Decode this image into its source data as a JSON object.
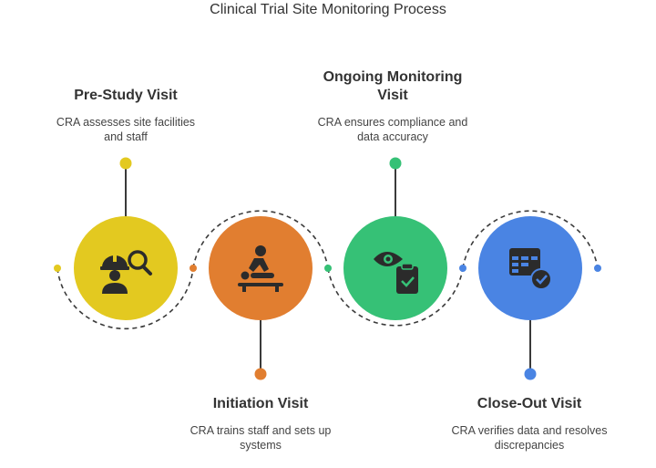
{
  "title": "Clinical Trial Site Monitoring Process",
  "steps": [
    {
      "title": "Pre-Study Visit",
      "desc1": "CRA assesses site facilities",
      "desc2": "and staff",
      "color": "#E3C920",
      "icon": "worker-magnifier-icon"
    },
    {
      "title": "Initiation Visit",
      "desc1": "CRA trains staff and sets up",
      "desc2": "systems",
      "color": "#E17E30",
      "icon": "massage-therapy-icon"
    },
    {
      "title1": "Ongoing Monitoring",
      "title2": "Visit",
      "desc1": "CRA ensures compliance and",
      "desc2": "data accuracy",
      "color": "#36C176",
      "icon": "eye-clipboard-icon"
    },
    {
      "title": "Close-Out Visit",
      "desc1": "CRA verifies data and resolves",
      "desc2": "discrepancies",
      "color": "#4A84E3",
      "icon": "table-check-icon"
    }
  ]
}
